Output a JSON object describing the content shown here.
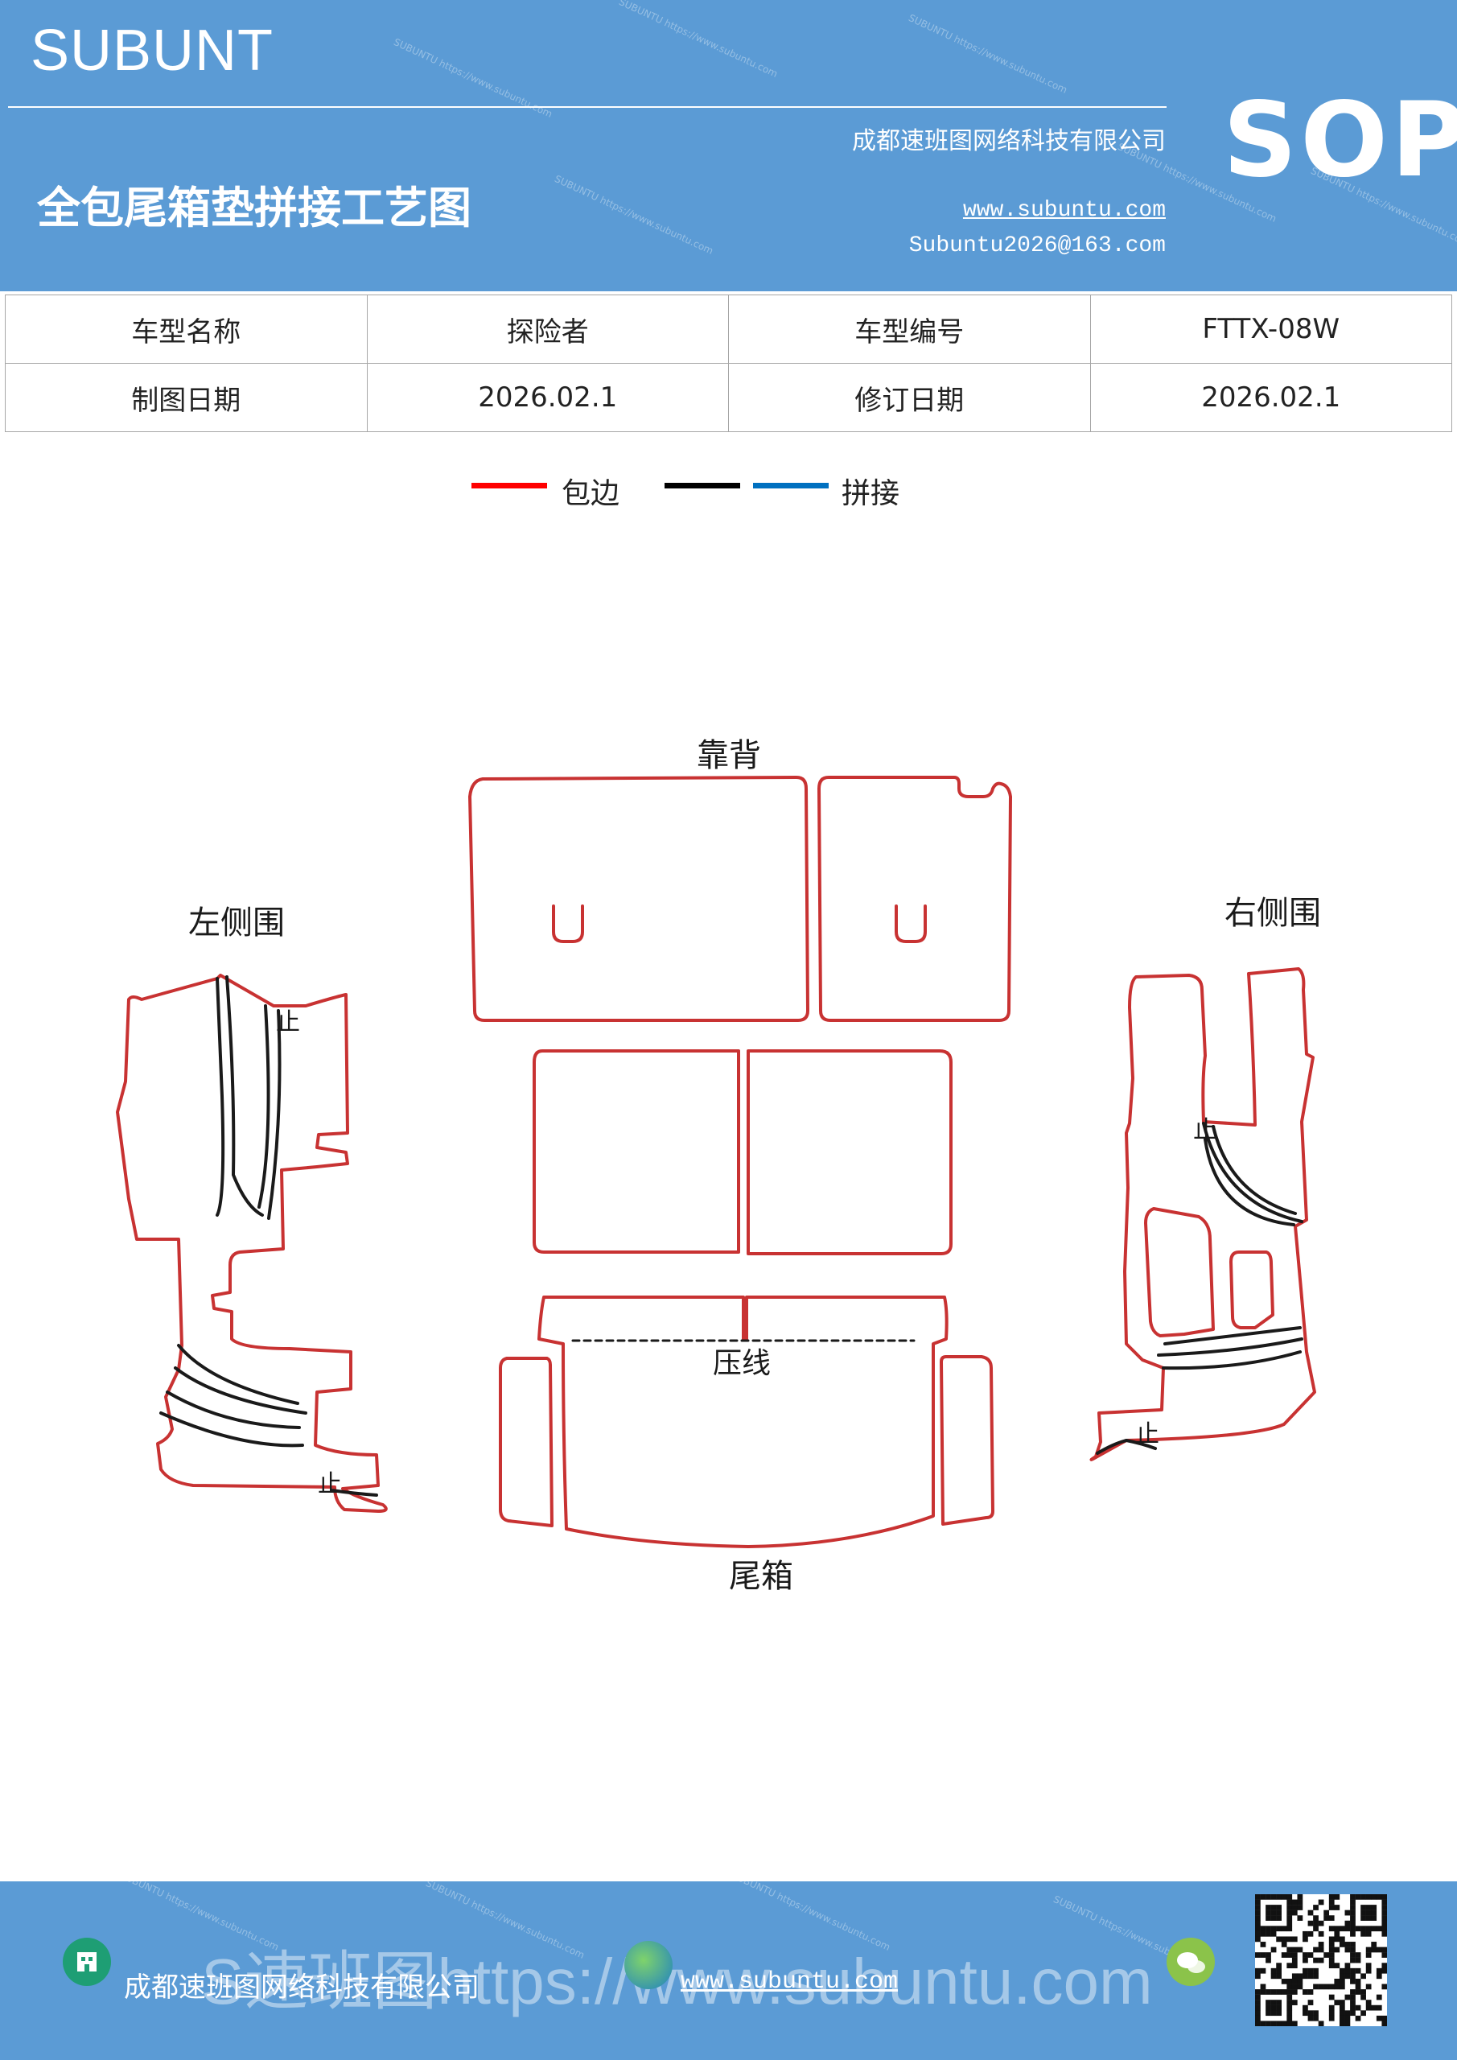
{
  "header": {
    "brand": "SUBUNT",
    "company": "成都速班图网络科技有限公司",
    "title": "全包尾箱垫拼接工艺图",
    "website": "www.subuntu.com",
    "email": "Subuntu2026@163.com",
    "badge": "SOP",
    "watermark": "SUBUNTU https://www.subuntu.com"
  },
  "info_table": {
    "model_name_label": "车型名称",
    "model_name_value": "探险者",
    "model_code_label": "车型编号",
    "model_code_value": "FTTX-08W",
    "draw_date_label": "制图日期",
    "draw_date_value": "2026.02.1",
    "revise_date_label": "修订日期",
    "revise_date_value": "2026.02.1"
  },
  "legend": {
    "items": [
      {
        "label": "包边",
        "color": "#ff0000"
      },
      {
        "label": "",
        "color": "#000000"
      },
      {
        "label": "拼接",
        "color": "#0070c0"
      }
    ]
  },
  "diagram": {
    "labels": {
      "backrest": "靠背",
      "left_side": "左侧围",
      "right_side": "右侧围",
      "press_line": "压线",
      "trunk": "尾箱",
      "stop": "止"
    },
    "colors": {
      "edge": "#c83232",
      "seam": "#1a1a1a"
    }
  },
  "footer": {
    "company": "成都速班图网络科技有限公司",
    "website": "www.subuntu.com",
    "overlay": "S速班图https://www.subuntu.com"
  }
}
